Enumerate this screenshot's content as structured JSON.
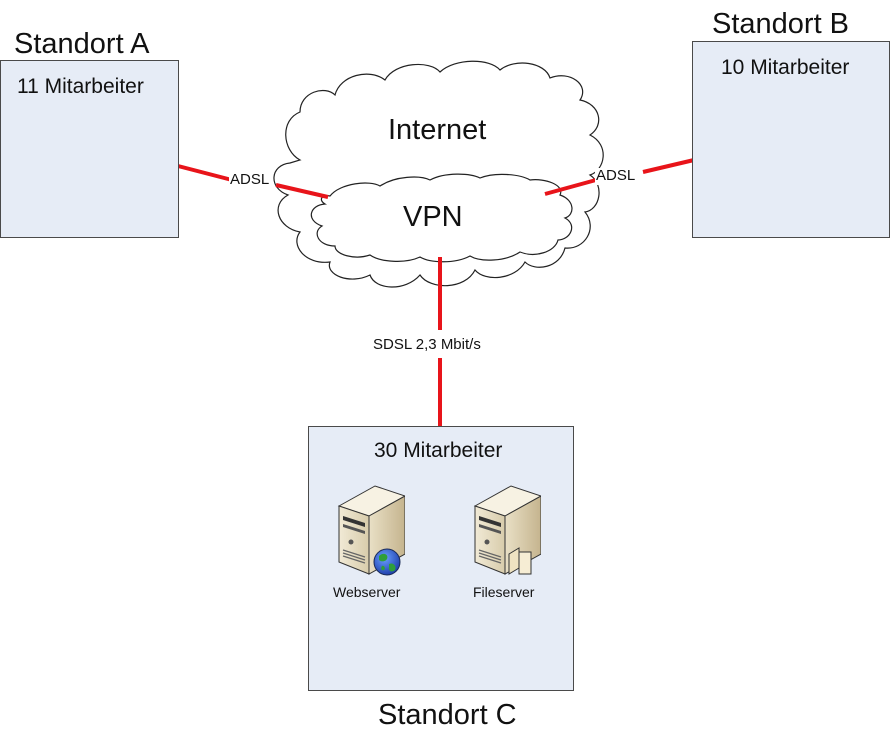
{
  "sites": {
    "a": {
      "title": "Standort A",
      "employees": "11 Mitarbeiter"
    },
    "b": {
      "title": "Standort B",
      "employees": "10 Mitarbeiter"
    },
    "c": {
      "title": "Standort C",
      "employees": "30 Mitarbeiter"
    }
  },
  "clouds": {
    "internet": "Internet",
    "vpn": "VPN"
  },
  "links": {
    "a": "ADSL",
    "b": "ADSL",
    "c": "SDSL 2,3 Mbit/s"
  },
  "servers": [
    {
      "name": "Webserver",
      "icon": "server-globe-icon"
    },
    {
      "name": "Fileserver",
      "icon": "server-folder-icon"
    }
  ],
  "colors": {
    "link": "#e8141a",
    "box_fill": "#e6ecf6",
    "box_border": "#4a4a4a",
    "cloud_stroke": "#222222"
  }
}
